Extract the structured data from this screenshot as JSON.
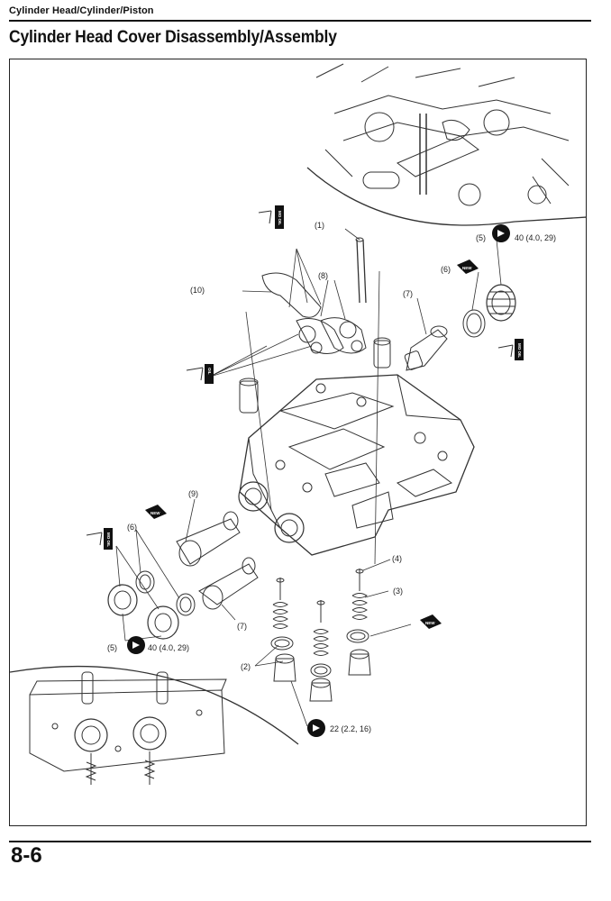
{
  "header": {
    "section": "Cylinder Head/Cylinder/Piston",
    "title": "Cylinder Head Cover Disassembly/Assembly"
  },
  "callouts": {
    "c1": "(1)",
    "c2": "(2)",
    "c3": "(3)",
    "c4": "(4)",
    "c5_right": "(5)",
    "c5_left": "(5)",
    "c6_right": "(6)",
    "c6_left": "(6)",
    "c7_right": "(7)",
    "c7_left": "(7)",
    "c8": "(8)",
    "c9": "(9)",
    "c10": "(10)"
  },
  "torques": {
    "right_cap": "40 (4.0, 29)",
    "left_cap": "40 (4.0, 29)",
    "bolt": "22 (2.2, 16)"
  },
  "symbols": {
    "oil": "OIL",
    "new": "NEW",
    "mo": "MO OIL"
  },
  "footer": {
    "page_number": "8-6"
  }
}
